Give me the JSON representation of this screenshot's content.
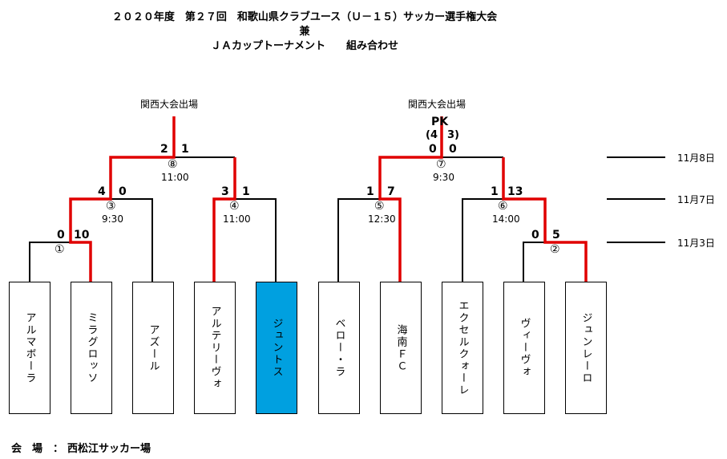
{
  "title": {
    "line1": "２０２０年度　第２７回　和歌山県クラブユース（Ｕ－１５）サッカー選手権大会",
    "line2": "兼",
    "line3": "ＪＡカップトーナメント　　組み合わせ"
  },
  "qualify_label_left": "関西大会出場",
  "qualify_label_right": "関西大会出場",
  "dates": [
    "11月8日",
    "11月7日",
    "11月3日"
  ],
  "teams": [
    "アルマボーラ",
    "ミラグロッソ",
    "アズール",
    "アルテリーヴォ",
    "ジュントス",
    "ベロー・ラ",
    "海南ＦＣ",
    "エクセルクォーレ",
    "ヴィーヴォ",
    "ジュンレーロ"
  ],
  "highlight_color": "#00a0e0",
  "win_color": "#e00000",
  "matches": {
    "m1": {
      "no": "①",
      "left": "0",
      "right": "10"
    },
    "m2": {
      "no": "②",
      "left": "0",
      "right": "5"
    },
    "m3": {
      "no": "③",
      "time": "9:30",
      "left": "4",
      "right": "0"
    },
    "m4": {
      "no": "④",
      "time": "11:00",
      "left": "3",
      "right": "1"
    },
    "m5": {
      "no": "⑤",
      "time": "12:30",
      "left": "1",
      "right": "7"
    },
    "m6": {
      "no": "⑥",
      "time": "14:00",
      "left": "1",
      "right": "13"
    },
    "m7": {
      "no": "⑦",
      "time": "9:30",
      "left": "0",
      "right": "0",
      "pk_label": "PK",
      "pk_left": "(4",
      "pk_right": "3)"
    },
    "m8": {
      "no": "⑧",
      "time": "11:00",
      "left": "2",
      "right": "1"
    }
  },
  "venue": {
    "label": "会　場　：",
    "value": "西松江サッカー場"
  }
}
